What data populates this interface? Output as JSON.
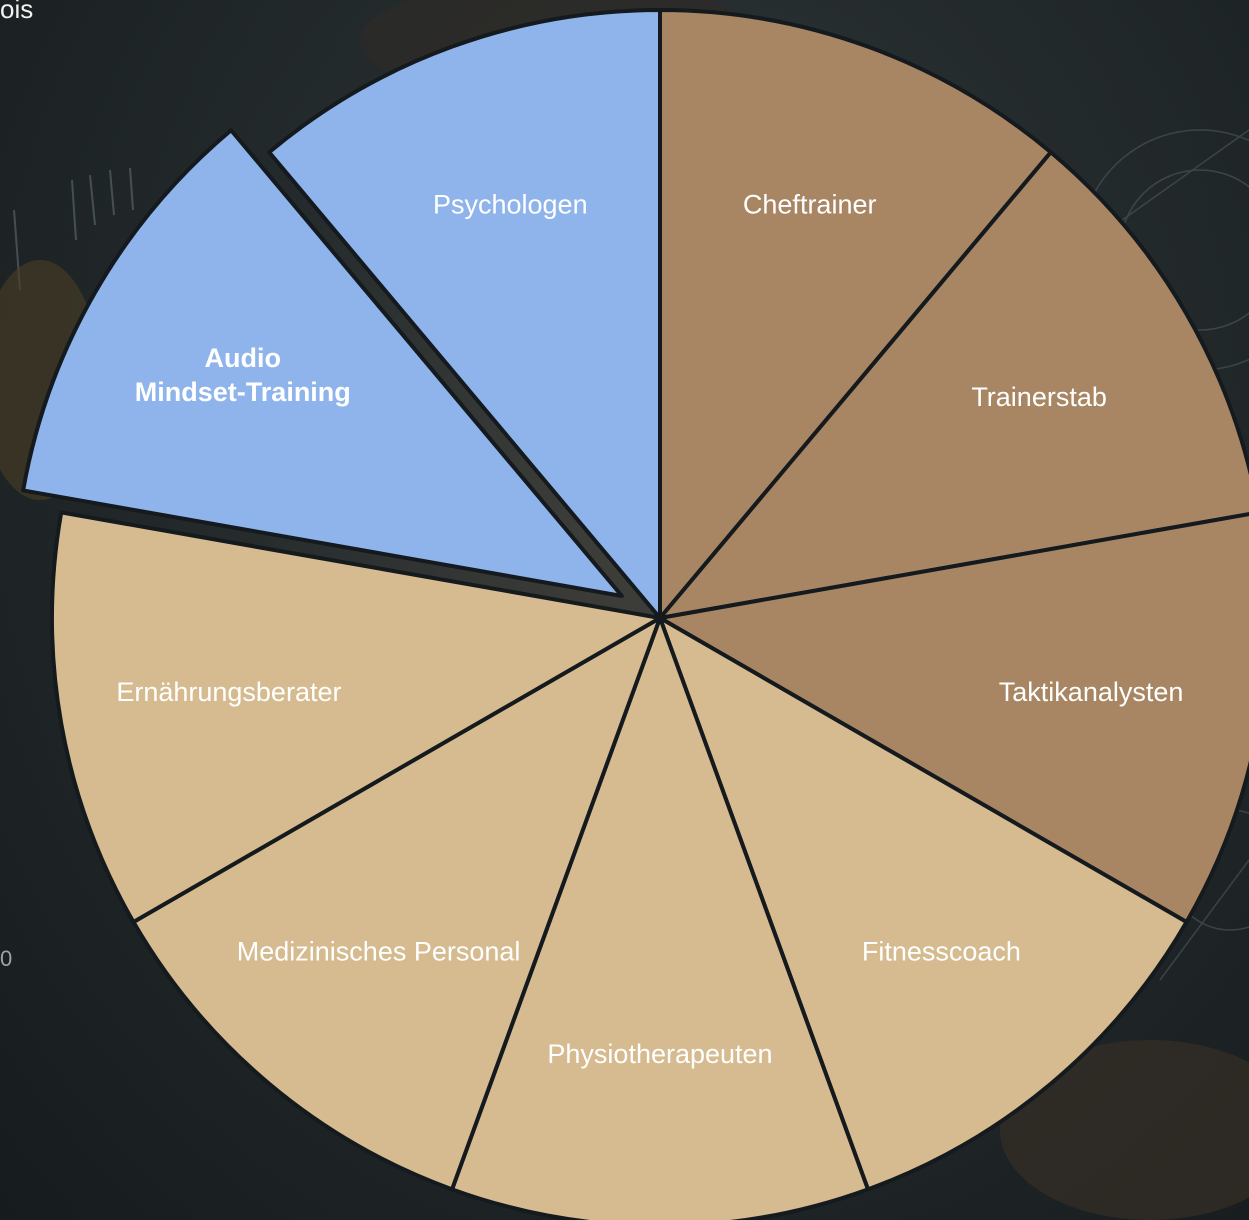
{
  "corner_text": "ois",
  "side_digit": "0",
  "colors": {
    "blue": "#8fb4ec",
    "dark_tan": "#a88663",
    "light_tan": "#d5bb8f",
    "divider": "#141a1d"
  },
  "segments": [
    {
      "id": "cheftrainer",
      "label": "Cheftrainer",
      "group": "dark_tan"
    },
    {
      "id": "trainerstab",
      "label": "Trainerstab",
      "group": "dark_tan"
    },
    {
      "id": "taktikanalysten",
      "label": "Taktikanalysten",
      "group": "dark_tan"
    },
    {
      "id": "fitnesscoach",
      "label": "Fitnesscoach",
      "group": "light_tan"
    },
    {
      "id": "physiotherapeuten",
      "label": "Physiotherapeuten",
      "group": "light_tan"
    },
    {
      "id": "medizinisches-personal",
      "label": "Medizinisches Personal",
      "group": "light_tan"
    },
    {
      "id": "ernaehrungsberater",
      "label": "Ernährungsberater",
      "group": "light_tan"
    },
    {
      "id": "audio-mindset-training",
      "label_lines": [
        "Audio",
        "Mindset-Training"
      ],
      "group": "blue",
      "exploded": true,
      "bold": true
    },
    {
      "id": "psychologen",
      "label": "Psychologen",
      "group": "blue"
    }
  ]
}
